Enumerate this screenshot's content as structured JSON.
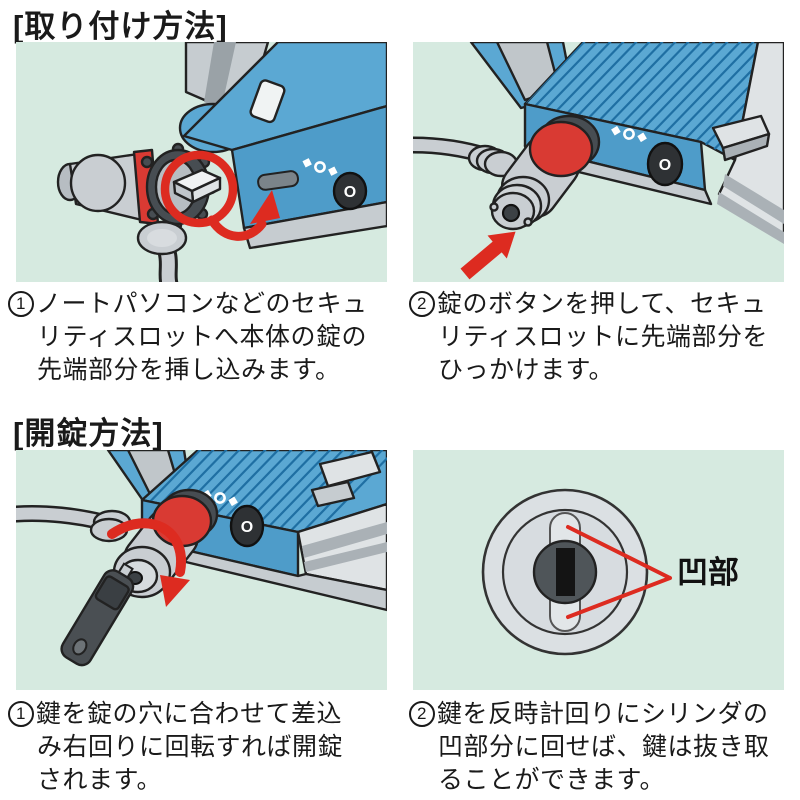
{
  "colors": {
    "page_bg": "#ffffff",
    "panel_bg": "#d6eae0",
    "accent_red": "#dd2b20",
    "ring_red": "#d93a33",
    "laptop_blue": "#5ba8d3",
    "laptop_blue_dark": "#4e9cc9",
    "stripe_blue": "#1f6fa3",
    "metal_gray": "#c9ced2",
    "dark_gray": "#474d52",
    "text_color": "#1a1a1a"
  },
  "icons": {
    "security_slot_icon": "◇○◇",
    "highlight_circle_icon": "○",
    "straight_arrow_icon": "➜",
    "rotate_arrow_icon": "↻"
  },
  "laptop": {
    "port_letter": "O"
  },
  "sections": {
    "install": {
      "heading": "[取り付け方法]",
      "steps": [
        {
          "num": "1",
          "lines": [
            "ノートパソコンなどのセキュ",
            "リティスロットへ本体の錠の",
            "先端部分を挿し込みます。"
          ]
        },
        {
          "num": "2",
          "lines": [
            "錠のボタンを押して、セキュ",
            "リティスロットに先端部分を",
            "ひっかけます。"
          ]
        }
      ]
    },
    "unlock": {
      "heading": "[開錠方法]",
      "concave_label": "凹部",
      "steps": [
        {
          "num": "1",
          "lines": [
            "鍵を錠の穴に合わせて差込",
            "み右回りに回転すれば開錠",
            "されます。"
          ]
        },
        {
          "num": "2",
          "lines": [
            "鍵を反時計回りにシリンダの",
            "凹部分に回せば、鍵は抜き取",
            "ることができます。"
          ]
        }
      ]
    }
  }
}
